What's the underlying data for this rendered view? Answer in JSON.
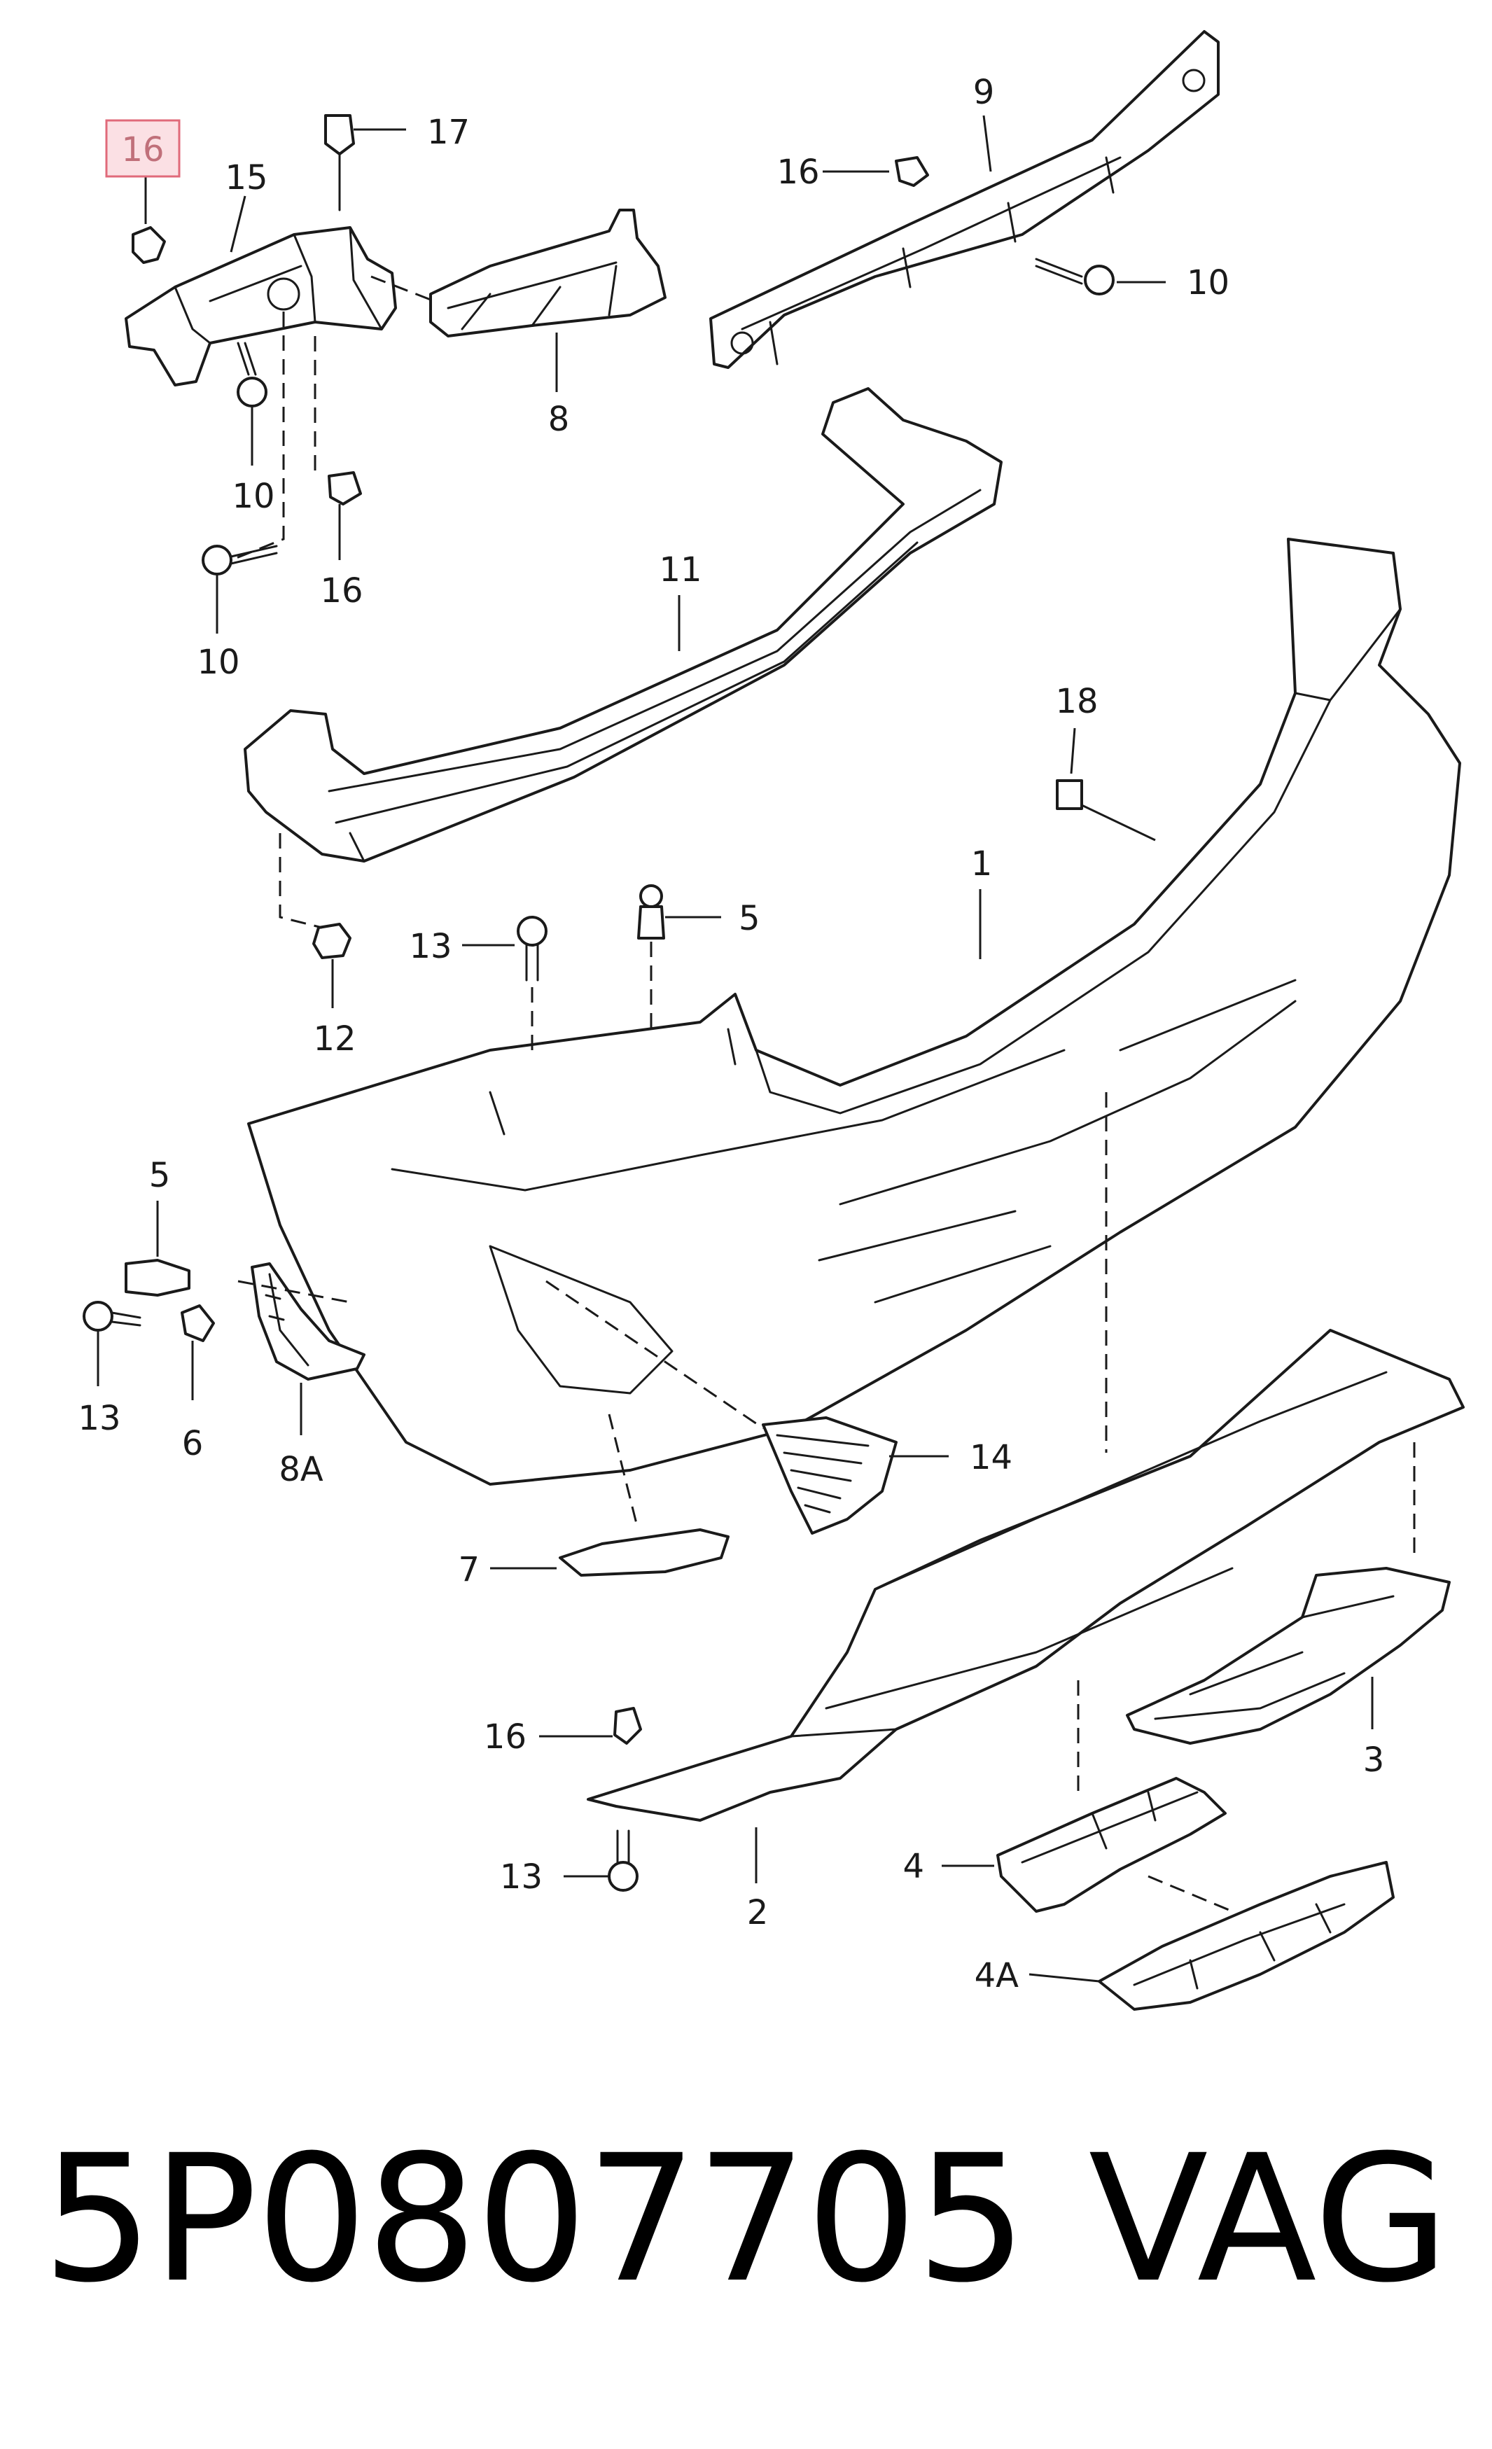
{
  "highlighted_callout": "16",
  "callouts": {
    "c16a": "16",
    "c17": "17",
    "c15": "15",
    "c9": "9",
    "c16b": "16",
    "c10a": "10",
    "c8": "8",
    "c10b": "10",
    "c16c": "16",
    "c10c": "10",
    "c11": "11",
    "c18": "18",
    "c1": "1",
    "c5a": "5",
    "c13a": "13",
    "c12": "12",
    "c5b": "5",
    "c13b": "13",
    "c6": "6",
    "c8a": "8A",
    "c14": "14",
    "c7": "7",
    "c16d": "16",
    "c3": "3",
    "c13c": "13",
    "c2": "2",
    "c4": "4",
    "c4a": "4A"
  },
  "footer": {
    "part_number": "5P0807705",
    "brand": "VAG"
  },
  "colors": {
    "line": "#1a1a1a",
    "highlight_fill": "#fbe0e4",
    "highlight_border": "#e06a7a"
  }
}
